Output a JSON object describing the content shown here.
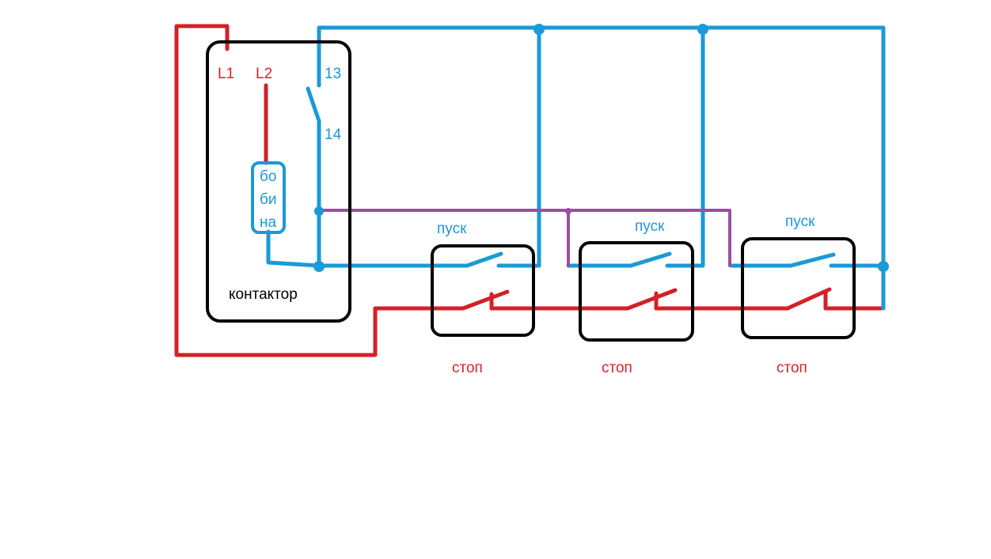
{
  "colors": {
    "phase": "#d42027",
    "control": "#1a9ad6",
    "link": "#9b4fa0",
    "outline": "#000000"
  },
  "contactor": {
    "label": "контактор",
    "terminal_l1": "L1",
    "terminal_l2": "L2",
    "terminal_13": "13",
    "terminal_14": "14",
    "coil_lines": [
      "бо",
      "би",
      "на"
    ]
  },
  "buttons": [
    {
      "start_label": "пуск",
      "stop_label": "стоп"
    },
    {
      "start_label": "пуск",
      "stop_label": "стоп"
    },
    {
      "start_label": "пуск",
      "stop_label": "стоп"
    }
  ]
}
